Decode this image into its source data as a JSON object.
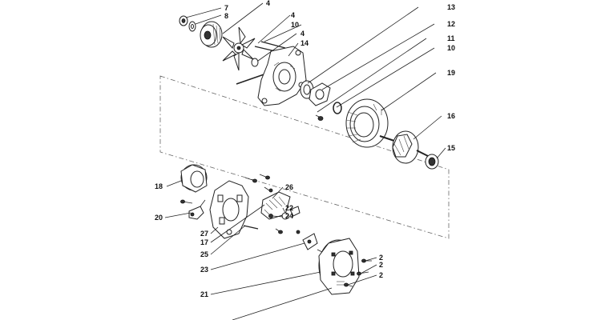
{
  "labels": [
    {
      "id": "c1",
      "text": "7"
    },
    {
      "id": "c2",
      "text": "8"
    },
    {
      "id": "c3",
      "text": "4"
    },
    {
      "id": "c4",
      "text": "4"
    },
    {
      "id": "c5",
      "text": "10"
    },
    {
      "id": "c6",
      "text": "4"
    },
    {
      "id": "c7",
      "text": "14"
    },
    {
      "id": "c8",
      "text": "13"
    },
    {
      "id": "c9",
      "text": "12"
    },
    {
      "id": "c10",
      "text": "11"
    },
    {
      "id": "c11",
      "text": "10"
    },
    {
      "id": "c12",
      "text": "19"
    },
    {
      "id": "c13",
      "text": "16"
    },
    {
      "id": "c14",
      "text": "15"
    },
    {
      "id": "c15",
      "text": "18"
    },
    {
      "id": "c16",
      "text": "26"
    },
    {
      "id": "c17",
      "text": "20"
    },
    {
      "id": "c18",
      "text": "22"
    },
    {
      "id": "c19",
      "text": "24"
    },
    {
      "id": "c20",
      "text": "27"
    },
    {
      "id": "c21",
      "text": "17"
    },
    {
      "id": "c22",
      "text": "25"
    },
    {
      "id": "c23",
      "text": "2"
    },
    {
      "id": "c24",
      "text": "2"
    },
    {
      "id": "c25",
      "text": "23"
    },
    {
      "id": "c26",
      "text": "2"
    },
    {
      "id": "c27",
      "text": "21"
    }
  ]
}
